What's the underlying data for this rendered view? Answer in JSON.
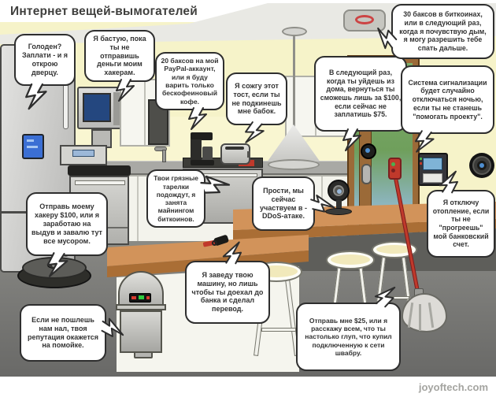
{
  "title": "Интернет вещей-вымогателей",
  "watermark": "joyoftech.com",
  "colors": {
    "wall": "#f6f3c9",
    "ceiling": "#e9e9e4",
    "floor": "#6a6a68",
    "counter_wood": "#d2935a",
    "bubble_border": "#2e2e2e",
    "screen_blue": "#3b6fd4",
    "alert_red": "#c0392b"
  },
  "devices": [
    "smart-fridge",
    "smart-microwave",
    "smart-coffee-maker",
    "smart-toaster",
    "smart-door-lock",
    "smart-smoke-detector",
    "alarm-system",
    "smart-thermostat",
    "robot-vacuum",
    "smart-dishwasher",
    "webcam",
    "car-keys",
    "smart-trash-can",
    "smart-mop"
  ],
  "bubbles": {
    "fridge": {
      "device": "smart-fridge",
      "text": "Голоден? Заплати - и я открою дверцу."
    },
    "microwave": {
      "device": "smart-microwave",
      "text": "Я бастую, пока ты не отправишь деньги моим хакерам."
    },
    "coffee_maker": {
      "device": "smart-coffee-maker",
      "text": "20 баксов на мой PayPal-аккаунт, или я буду варить только бескофеиновый кофе."
    },
    "toaster": {
      "device": "smart-toaster",
      "text": "Я сожгу этот тост, если ты не подкинешь мне бабок."
    },
    "door_lock": {
      "device": "smart-door-lock",
      "text": "В следующий раз, когда ты уйдешь из дома, вернуться ты сможешь лишь за $100, если сейчас не заплатишь $75."
    },
    "smoke_detector": {
      "device": "smart-smoke-detector",
      "text": "30 баксов в биткоинах, или в следующий раз, когда я почувствую дым, я могу разрешить тебе спать дальше."
    },
    "alarm_system": {
      "device": "alarm-system",
      "text": "Система сигнализации будет случайно отключаться ночью, если ты не станешь \"помогать проекту\"."
    },
    "thermostat": {
      "device": "smart-thermostat",
      "text": "Я отключу отопление, если ты не \"прогреешь\" мой банковский счет."
    },
    "robot_vacuum": {
      "device": "robot-vacuum",
      "text": "Отправь моему хакеру $100, или я заработаю на выдув и завалю тут все мусором."
    },
    "dishwasher": {
      "device": "smart-dishwasher",
      "text": "Твои грязные тарелки подождут, я занята майнингом биткоинов."
    },
    "webcam": {
      "device": "webcam",
      "text": "Прости, мы сейчас участвуем в -DDoS-атаке."
    },
    "car_keys": {
      "device": "car-keys",
      "text": "Я заведу твою машину, но лишь чтобы ты доехал до банка и сделал перевод."
    },
    "trash_can": {
      "device": "smart-trash-can",
      "text": "Если не пошлешь нам нал, твоя репутация окажется на помойке."
    },
    "mop": {
      "device": "smart-mop",
      "text": "Отправь мне $25, или я расскажу всем, что ты настолько глуп, что купил подключенную к сети швабру."
    }
  }
}
